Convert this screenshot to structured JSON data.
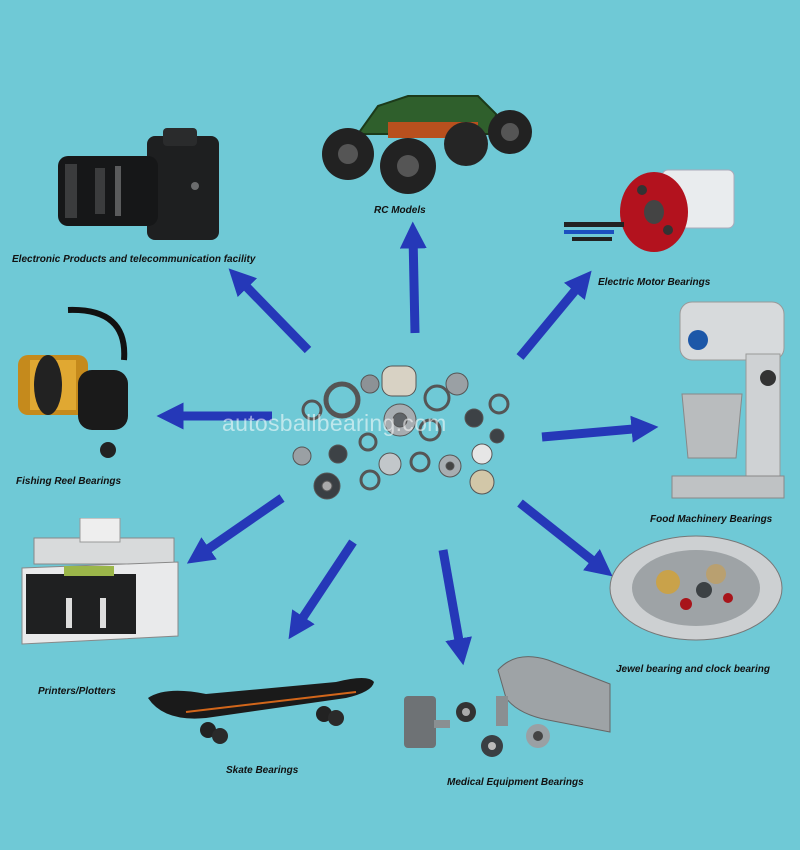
{
  "watermark": "autosballbearing.com",
  "colors": {
    "background": "#6fc9d6",
    "arrow": "#2538b8"
  },
  "center": {
    "icon": "bearings-cluster-icon"
  },
  "applications": [
    {
      "label": "Electronic Products and telecommunication facility",
      "icon": "camera-icon"
    },
    {
      "label": "RC Models",
      "icon": "rc-truck-icon"
    },
    {
      "label": "Electric Motor Bearings",
      "icon": "electric-motor-icon"
    },
    {
      "label": "Fishing Reel Bearings",
      "icon": "fishing-reel-icon"
    },
    {
      "label": "Food Machinery Bearings",
      "icon": "food-mixer-icon"
    },
    {
      "label": "Printers/Plotters",
      "icon": "money-counter-icon"
    },
    {
      "label": "Jewel bearing and clock bearing",
      "icon": "watch-movement-icon"
    },
    {
      "label": "Skate Bearings",
      "icon": "skateboard-icon"
    },
    {
      "label": "Medical Equipment Bearings",
      "icon": "dental-handpiece-icon"
    }
  ]
}
